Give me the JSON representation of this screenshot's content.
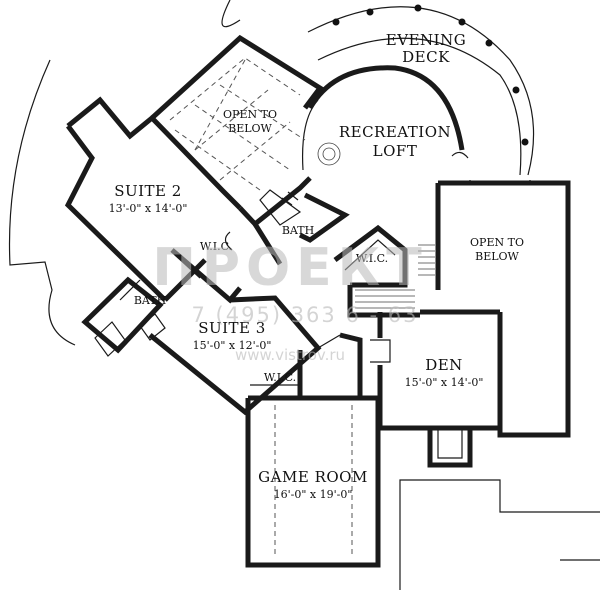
{
  "rooms": {
    "evening_deck": {
      "line1": "EVENING",
      "line2": "DECK"
    },
    "open_to_below_left": {
      "line1": "OPEN TO",
      "line2": "BELOW"
    },
    "recreation_loft": {
      "line1": "RECREATION",
      "line2": "LOFT"
    },
    "suite2": {
      "name": "SUITE 2",
      "dims": "13'-0\" x 14'-0\""
    },
    "bath_upper": {
      "name": "BATH"
    },
    "wic_left": {
      "name": "W.I.C."
    },
    "wic_center": {
      "name": "W.I.C."
    },
    "open_to_below_right": {
      "line1": "OPEN TO",
      "line2": "BELOW"
    },
    "bath_lower": {
      "name": "BATH"
    },
    "suite3": {
      "name": "SUITE 3",
      "dims": "15'-0\" x 12'-0\""
    },
    "wic_bottom": {
      "name": "W.I.C."
    },
    "den": {
      "name": "DEN",
      "dims": "15'-0\" x 14'-0\""
    },
    "game_room": {
      "name": "GAME ROOM",
      "dims": "16'-0\" x 19'-0\""
    }
  },
  "watermark": {
    "brand": "ПРОЕКТ",
    "phone": "7 (495) 363 6 - 63",
    "url": "www.vistrov.ru"
  },
  "colors": {
    "wall": "#1a1a1a",
    "watermark": "#b9b9b9"
  }
}
